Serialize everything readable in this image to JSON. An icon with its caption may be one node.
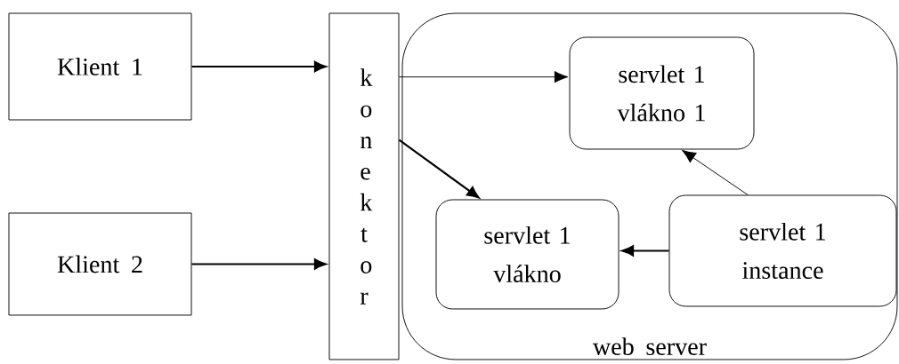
{
  "diagram": {
    "nodes": [
      {
        "text": [
          "Klient 1"
        ]
      },
      {
        "text": [
          "Klient 2"
        ]
      },
      {
        "text": [
          "konektor"
        ]
      },
      {
        "text": [
          "web server"
        ]
      },
      {
        "text": [
          "servlet 1 vlákno 1"
        ],
        "in": 3
      },
      {
        "text": [
          "servlet 1 vlákno"
        ],
        "in": 3
      },
      {
        "text": [
          "servlet 1 instance"
        ],
        "in": 3
      }
    ],
    "edges": [
      {
        "from": 0,
        "to": 2,
        "arrow": "to"
      },
      {
        "from": 1,
        "to": 2,
        "arrow": "to"
      },
      {
        "from": 2,
        "to": 4,
        "arrow": "to"
      },
      {
        "from": 2,
        "to": 5,
        "arrow": "to"
      },
      {
        "from": 6,
        "to": 4,
        "arrow": "to"
      },
      {
        "from": 6,
        "to": 5,
        "arrow": "to"
      }
    ]
  }
}
